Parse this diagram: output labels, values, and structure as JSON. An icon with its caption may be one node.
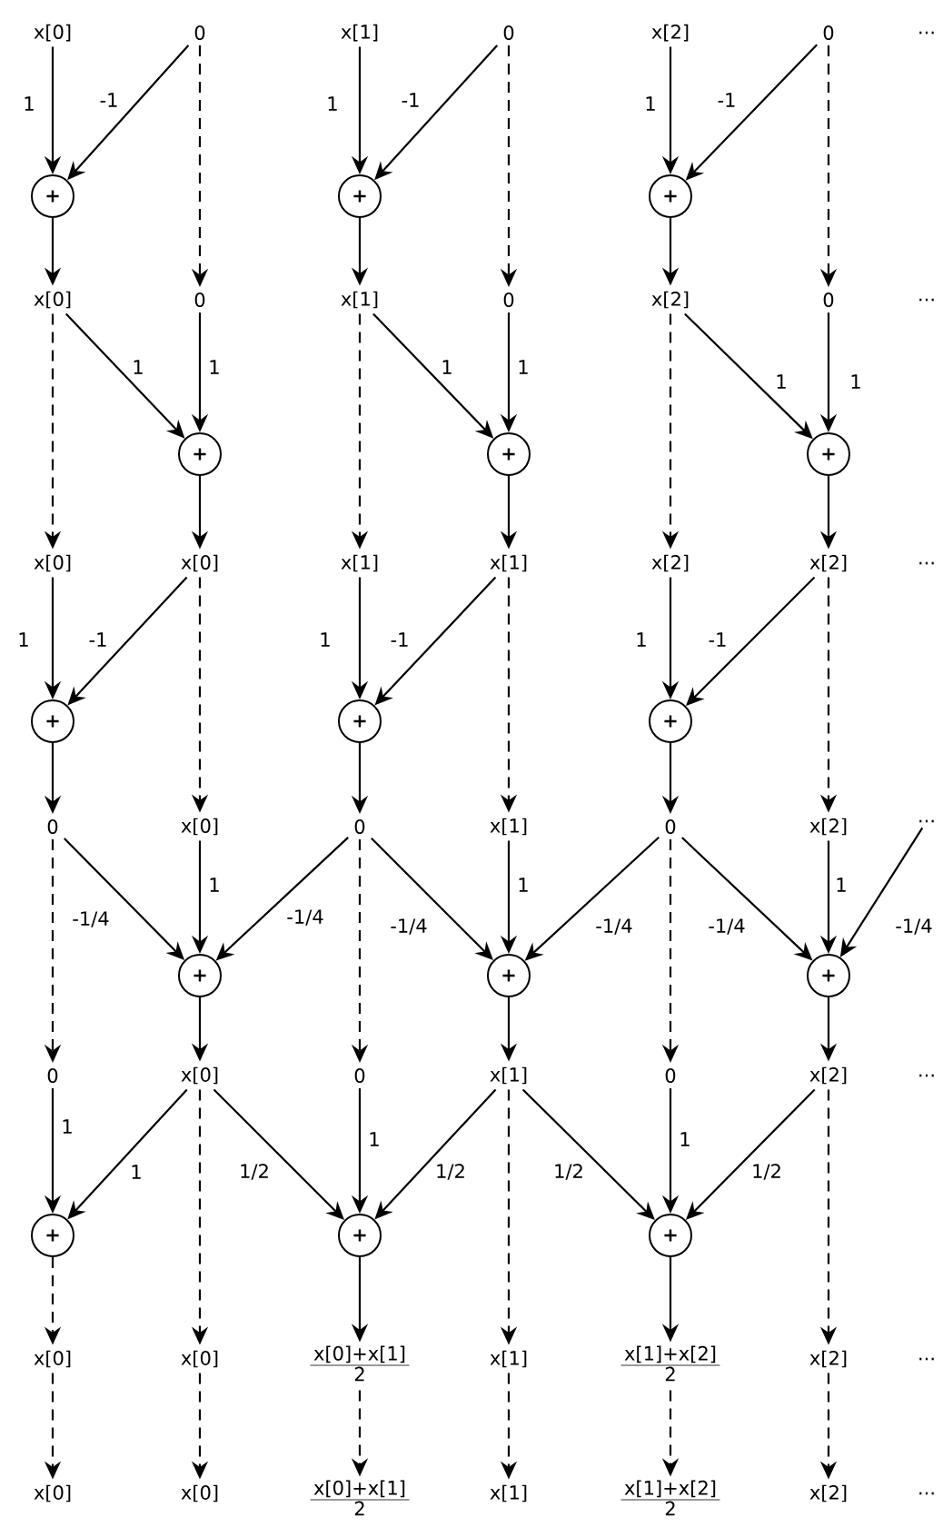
{
  "diagram": {
    "nodes": [
      {
        "text": [
          "x[0]"
        ]
      },
      {
        "text": [
          "0"
        ]
      },
      {
        "text": [
          "x[1]"
        ]
      },
      {
        "text": [
          "0"
        ]
      },
      {
        "text": [
          "x[2]"
        ]
      },
      {
        "text": [
          "0"
        ]
      },
      {
        "text": [
          "+"
        ]
      },
      {
        "text": [
          "+"
        ]
      },
      {
        "text": [
          "+"
        ]
      },
      {
        "text": [
          "x[0]"
        ]
      },
      {
        "text": [
          "0"
        ]
      },
      {
        "text": [
          "x[1]"
        ]
      },
      {
        "text": [
          "0"
        ]
      },
      {
        "text": [
          "x[2]"
        ]
      },
      {
        "text": [
          "0"
        ]
      },
      {
        "text": [
          "+"
        ]
      },
      {
        "text": [
          "+"
        ]
      },
      {
        "text": [
          "+"
        ]
      },
      {
        "text": [
          "x[0]"
        ]
      },
      {
        "text": [
          "x[0]"
        ]
      },
      {
        "text": [
          "x[1]"
        ]
      },
      {
        "text": [
          "x[1]"
        ]
      },
      {
        "text": [
          "x[2]"
        ]
      },
      {
        "text": [
          "x[2]"
        ]
      },
      {
        "text": [
          "+"
        ]
      },
      {
        "text": [
          "+"
        ]
      },
      {
        "text": [
          "+"
        ]
      },
      {
        "text": [
          "0"
        ]
      },
      {
        "text": [
          "x[0]"
        ]
      },
      {
        "text": [
          "0"
        ]
      },
      {
        "text": [
          "x[1]"
        ]
      },
      {
        "text": [
          "0"
        ]
      },
      {
        "text": [
          "x[2]"
        ]
      },
      {
        "text": [
          "..."
        ]
      },
      {
        "text": [
          "+"
        ]
      },
      {
        "text": [
          "+"
        ]
      },
      {
        "text": [
          "+"
        ]
      },
      {
        "text": [
          "0"
        ]
      },
      {
        "text": [
          "x[0]"
        ]
      },
      {
        "text": [
          "0"
        ]
      },
      {
        "text": [
          "x[1]"
        ]
      },
      {
        "text": [
          "0"
        ]
      },
      {
        "text": [
          "x[2]"
        ]
      },
      {
        "text": [
          "+"
        ]
      },
      {
        "text": [
          "+"
        ]
      },
      {
        "text": [
          "+"
        ]
      },
      {
        "text": [
          "x[0]"
        ]
      },
      {
        "text": [
          "x[0]"
        ]
      },
      {
        "text": [
          "x[0]+x[1]",
          "2"
        ]
      },
      {
        "text": [
          "x[1]"
        ]
      },
      {
        "text": [
          "x[1]+x[2]",
          "2"
        ]
      },
      {
        "text": [
          "x[2]"
        ]
      },
      {
        "text": [
          "x[0]"
        ]
      },
      {
        "text": [
          "x[0]"
        ]
      },
      {
        "text": [
          "x[0]+x[1]",
          "2"
        ]
      },
      {
        "text": [
          "x[1]"
        ]
      },
      {
        "text": [
          "x[1]+x[2]",
          "2"
        ]
      },
      {
        "text": [
          "x[2]"
        ]
      }
    ],
    "edges": [
      {
        "from": 0,
        "to": 6,
        "arrow": "to",
        "label": "1"
      },
      {
        "from": 1,
        "to": 6,
        "arrow": "to",
        "label": "-1"
      },
      {
        "from": 6,
        "to": 9,
        "arrow": "to"
      },
      {
        "from": 1,
        "to": 10,
        "arrow": "to",
        "style": "dashed"
      },
      {
        "from": 2,
        "to": 7,
        "arrow": "to",
        "label": "1"
      },
      {
        "from": 3,
        "to": 7,
        "arrow": "to",
        "label": "-1"
      },
      {
        "from": 7,
        "to": 11,
        "arrow": "to"
      },
      {
        "from": 3,
        "to": 12,
        "arrow": "to",
        "style": "dashed"
      },
      {
        "from": 4,
        "to": 8,
        "arrow": "to",
        "label": "1"
      },
      {
        "from": 5,
        "to": 8,
        "arrow": "to",
        "label": "-1"
      },
      {
        "from": 8,
        "to": 13,
        "arrow": "to"
      },
      {
        "from": 5,
        "to": 14,
        "arrow": "to",
        "style": "dashed"
      },
      {
        "from": 9,
        "to": 15,
        "arrow": "to",
        "label": "1"
      },
      {
        "from": 10,
        "to": 15,
        "arrow": "to",
        "label": "1"
      },
      {
        "from": 9,
        "to": 18,
        "arrow": "to",
        "style": "dashed"
      },
      {
        "from": 15,
        "to": 19,
        "arrow": "to"
      },
      {
        "from": 11,
        "to": 16,
        "arrow": "to",
        "label": "1"
      },
      {
        "from": 12,
        "to": 16,
        "arrow": "to",
        "label": "1"
      },
      {
        "from": 11,
        "to": 20,
        "arrow": "to",
        "style": "dashed"
      },
      {
        "from": 16,
        "to": 21,
        "arrow": "to"
      },
      {
        "from": 13,
        "to": 17,
        "arrow": "to",
        "label": "1"
      },
      {
        "from": 14,
        "to": 17,
        "arrow": "to",
        "label": "1"
      },
      {
        "from": 13,
        "to": 22,
        "arrow": "to",
        "style": "dashed"
      },
      {
        "from": 17,
        "to": 23,
        "arrow": "to"
      },
      {
        "from": 18,
        "to": 24,
        "arrow": "to",
        "label": "1"
      },
      {
        "from": 19,
        "to": 24,
        "arrow": "to",
        "label": "-1"
      },
      {
        "from": 24,
        "to": 27,
        "arrow": "to"
      },
      {
        "from": 19,
        "to": 28,
        "arrow": "to",
        "style": "dashed"
      },
      {
        "from": 20,
        "to": 25,
        "arrow": "to",
        "label": "1"
      },
      {
        "from": 21,
        "to": 25,
        "arrow": "to",
        "label": "-1"
      },
      {
        "from": 25,
        "to": 29,
        "arrow": "to"
      },
      {
        "from": 21,
        "to": 30,
        "arrow": "to",
        "style": "dashed"
      },
      {
        "from": 22,
        "to": 26,
        "arrow": "to",
        "label": "1"
      },
      {
        "from": 23,
        "to": 26,
        "arrow": "to",
        "label": "-1"
      },
      {
        "from": 26,
        "to": 31,
        "arrow": "to"
      },
      {
        "from": 23,
        "to": 32,
        "arrow": "to",
        "style": "dashed"
      },
      {
        "from": 27,
        "to": 34,
        "arrow": "to",
        "label": "-1/4"
      },
      {
        "from": 28,
        "to": 34,
        "arrow": "to",
        "label": "1"
      },
      {
        "from": 29,
        "to": 34,
        "arrow": "to",
        "label": "-1/4"
      },
      {
        "from": 27,
        "to": 37,
        "arrow": "to",
        "style": "dashed"
      },
      {
        "from": 34,
        "to": 38,
        "arrow": "to"
      },
      {
        "from": 29,
        "to": 35,
        "arrow": "to",
        "label": "-1/4"
      },
      {
        "from": 30,
        "to": 35,
        "arrow": "to",
        "label": "1"
      },
      {
        "from": 31,
        "to": 35,
        "arrow": "to",
        "label": "-1/4"
      },
      {
        "from": 29,
        "to": 39,
        "arrow": "to",
        "style": "dashed"
      },
      {
        "from": 35,
        "to": 40,
        "arrow": "to"
      },
      {
        "from": 31,
        "to": 36,
        "arrow": "to",
        "label": "-1/4"
      },
      {
        "from": 32,
        "to": 36,
        "arrow": "to",
        "label": "1"
      },
      {
        "from": 33,
        "to": 36,
        "arrow": "to",
        "label": "-1/4"
      },
      {
        "from": 31,
        "to": 41,
        "arrow": "to",
        "style": "dashed"
      },
      {
        "from": 36,
        "to": 42,
        "arrow": "to"
      },
      {
        "from": 37,
        "to": 43,
        "arrow": "to",
        "label": "1"
      },
      {
        "from": 38,
        "to": 43,
        "arrow": "to",
        "label": "1"
      },
      {
        "from": 43,
        "to": 46,
        "arrow": "to",
        "style": "dashed"
      },
      {
        "from": 38,
        "to": 47,
        "arrow": "to",
        "style": "dashed"
      },
      {
        "from": 38,
        "to": 44,
        "arrow": "to",
        "label": "1/2"
      },
      {
        "from": 39,
        "to": 44,
        "arrow": "to",
        "label": "1"
      },
      {
        "from": 40,
        "to": 44,
        "arrow": "to",
        "label": "1/2"
      },
      {
        "from": 44,
        "to": 48,
        "arrow": "to"
      },
      {
        "from": 40,
        "to": 49,
        "arrow": "to",
        "style": "dashed"
      },
      {
        "from": 40,
        "to": 45,
        "arrow": "to",
        "label": "1/2"
      },
      {
        "from": 41,
        "to": 45,
        "arrow": "to",
        "label": "1"
      },
      {
        "from": 42,
        "to": 45,
        "arrow": "to",
        "label": "1/2"
      },
      {
        "from": 45,
        "to": 50,
        "arrow": "to"
      },
      {
        "from": 42,
        "to": 51,
        "arrow": "to",
        "style": "dashed"
      },
      {
        "from": 46,
        "to": 52,
        "arrow": "to",
        "style": "dashed"
      },
      {
        "from": 47,
        "to": 53,
        "arrow": "to",
        "style": "dashed"
      },
      {
        "from": 48,
        "to": 54,
        "arrow": "to",
        "style": "dashed"
      },
      {
        "from": 49,
        "to": 55,
        "arrow": "to",
        "style": "dashed"
      },
      {
        "from": 50,
        "to": 56,
        "arrow": "to",
        "style": "dashed"
      },
      {
        "from": 51,
        "to": 57,
        "arrow": "to",
        "style": "dashed"
      }
    ],
    "labels": [
      "...",
      "...",
      "...",
      "...",
      "...",
      "..."
    ]
  }
}
